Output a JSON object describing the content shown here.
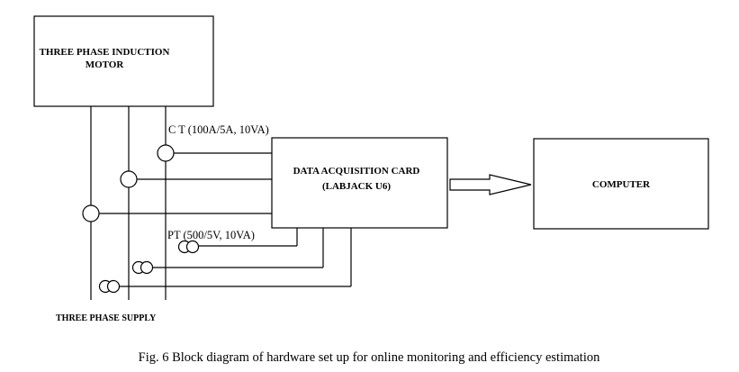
{
  "blocks": {
    "motor": {
      "line1": "THREE PHASE INDUCTION",
      "line2": "MOTOR"
    },
    "daq": {
      "line1": "DATA ACQUISITION CARD",
      "line2": "(LABJACK U6)"
    },
    "computer": {
      "label": "COMPUTER"
    }
  },
  "labels": {
    "ct": "C T (100A/5A, 10VA)",
    "pt": "PT (500/5V, 10VA)",
    "supply": "THREE PHASE SUPPLY"
  },
  "caption": "Fig. 6 Block diagram of hardware set up for online monitoring and efficiency estimation"
}
